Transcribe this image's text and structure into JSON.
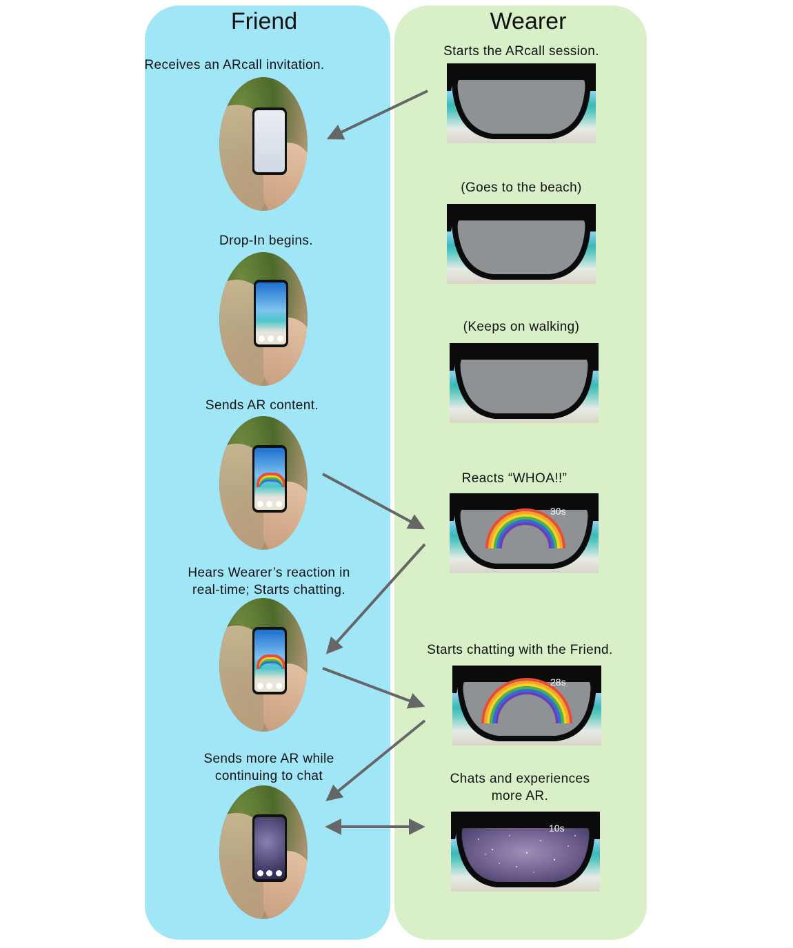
{
  "columns": {
    "friend": {
      "title": "Friend"
    },
    "wearer": {
      "title": "Wearer"
    }
  },
  "friend_steps": [
    {
      "label": "Receives an ARcall invitation.",
      "screen": "app"
    },
    {
      "label": "Drop-In begins.",
      "screen": "beach"
    },
    {
      "label": "Sends AR content.",
      "screen": "beach-rainbow"
    },
    {
      "label": "Hears Wearer’s reaction in real-time; Starts chatting.",
      "line1": "Hears Wearer’s reaction in",
      "line2": "real-time; Starts chatting.",
      "screen": "beach-rainbow"
    },
    {
      "label": "Sends more AR while continuing to chat",
      "line1": "Sends more AR while",
      "line2": "continuing to chat",
      "screen": "space"
    }
  ],
  "wearer_steps": [
    {
      "label": "Starts the ARcall session.",
      "overlay": "none",
      "timer": ""
    },
    {
      "label": "(Goes to the beach)",
      "overlay": "none",
      "timer": ""
    },
    {
      "label": "(Keeps on walking)",
      "overlay": "none",
      "timer": ""
    },
    {
      "label": "Reacts “WHOA!!”",
      "overlay": "rainbow",
      "timer": "30s"
    },
    {
      "label": "Starts chatting with the Friend.",
      "overlay": "rainbow",
      "timer": "28s"
    },
    {
      "label": "Chats and experiences more AR.",
      "line1": "Chats and experiences",
      "line2": "more AR.",
      "overlay": "space",
      "timer": "10s"
    }
  ],
  "colors": {
    "friend_column": "#a1e6f7",
    "wearer_column": "#d8efc7",
    "arrow": "#666666",
    "lens": "#8e9294",
    "frame": "#0b0b0b"
  }
}
